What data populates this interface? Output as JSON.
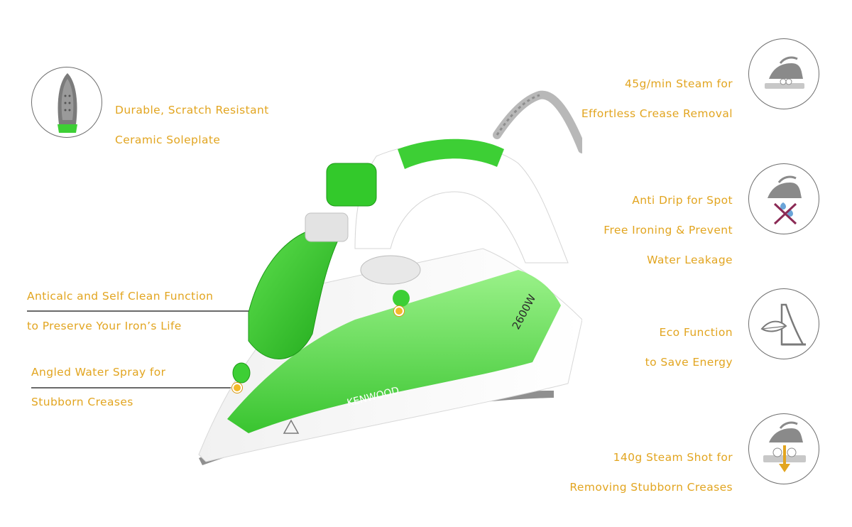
{
  "colors": {
    "accent_text": "#e2a520",
    "iron_green": "#3dcf35",
    "iron_green_dark": "#24a81e",
    "icon_gray": "#8a8a8a",
    "badge_border": "#6e6e6e"
  },
  "features": {
    "soleplate": {
      "lines": [
        "Durable, Scratch Resistant",
        "Ceramic Soleplate"
      ],
      "icon": "soleplate-icon"
    },
    "anticalc": {
      "lines": [
        "Anticalc and Self Clean Function",
        "to Preserve Your Iron’s Life"
      ]
    },
    "spray": {
      "lines": [
        "Angled Water Spray for",
        "Stubborn Creases"
      ]
    },
    "steam": {
      "lines": [
        "45g/min Steam for",
        "Effortless Crease Removal"
      ],
      "icon": "steam-iron-icon"
    },
    "anti_drip": {
      "lines": [
        "Anti Drip for Spot",
        "Free Ironing & Prevent",
        "Water Leakage"
      ],
      "icon": "anti-drip-icon"
    },
    "eco": {
      "lines": [
        "Eco Function",
        "to Save Energy"
      ],
      "icon": "eco-leaf-icon"
    },
    "steam_shot": {
      "lines": [
        "140g Steam Shot for",
        "Removing Stubborn Creases"
      ],
      "icon": "steam-shot-icon"
    }
  },
  "product": {
    "brand": "KENWOOD",
    "wattage": "2600W"
  }
}
